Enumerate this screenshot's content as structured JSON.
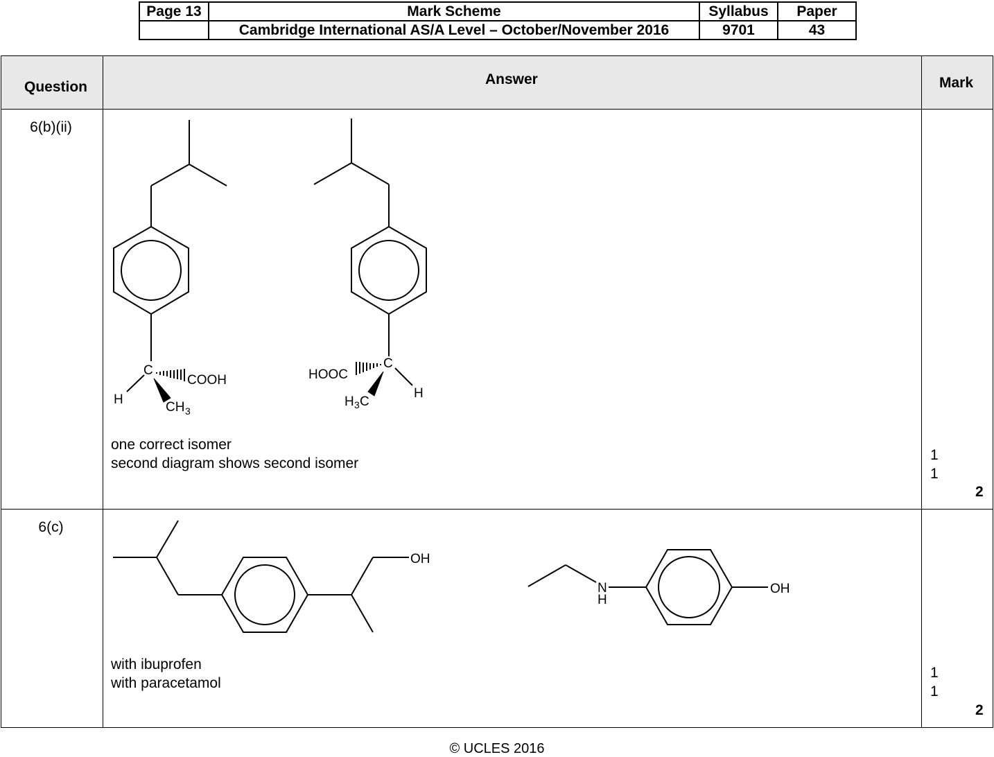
{
  "header": {
    "page": "Page 13",
    "doc_type": "Mark Scheme",
    "syllabus_label": "Syllabus",
    "paper_label": "Paper",
    "title": "Cambridge International AS/A Level – October/November 2016",
    "syllabus": "9701",
    "paper": "43"
  },
  "table": {
    "col_question": "Question",
    "col_answer": "Answer",
    "col_mark": "Mark"
  },
  "rows": [
    {
      "question": "6(b)(ii)",
      "lines": [
        "one correct isomer",
        "second diagram shows second isomer"
      ],
      "marks": [
        "1",
        "1"
      ],
      "total": "2",
      "labels": {
        "c": "C",
        "cooh": "COOH",
        "h": "H",
        "ch": "CH",
        "sub3": "3",
        "hooc": "HOOC"
      }
    },
    {
      "question": "6(c)",
      "lines": [
        "with ibuprofen",
        "with paracetamol"
      ],
      "marks": [
        "1",
        "1"
      ],
      "total": "2",
      "labels": {
        "oh": "OH",
        "n": "N",
        "h": "H"
      }
    }
  ],
  "footer": "© UCLES 2016"
}
